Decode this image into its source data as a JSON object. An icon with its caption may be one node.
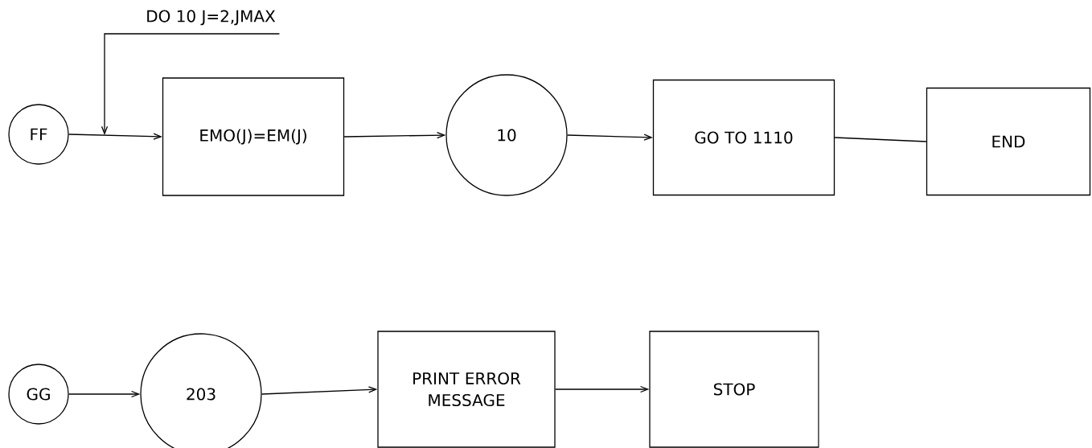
{
  "diagram": {
    "nodes": [
      {
        "text": [
          "FF"
        ]
      },
      {
        "text": [
          "DO 10 J=2,JMAX"
        ]
      },
      {
        "text": [
          "EMO(J)=EM(J)"
        ]
      },
      {
        "text": [
          "10"
        ]
      },
      {
        "text": [
          "GO TO 1110"
        ]
      },
      {
        "text": [
          "END"
        ]
      },
      {
        "text": [
          "GG"
        ]
      },
      {
        "text": [
          "203"
        ]
      },
      {
        "text": [
          "PRINT ERROR MESSAGE"
        ]
      },
      {
        "text": [
          "STOP"
        ]
      }
    ],
    "edges": [
      {
        "from": 0,
        "to": 2,
        "arrow": "to"
      },
      {
        "from": 1,
        "to": null,
        "arrow": "to"
      },
      {
        "from": 2,
        "to": 3,
        "arrow": "to"
      },
      {
        "from": 3,
        "to": 4,
        "arrow": "to"
      },
      {
        "from": 4,
        "to": 5,
        "arrow": "none"
      },
      {
        "from": 6,
        "to": 7,
        "arrow": "to"
      },
      {
        "from": 7,
        "to": 8,
        "arrow": "to"
      },
      {
        "from": 8,
        "to": 9,
        "arrow": "to"
      }
    ]
  }
}
